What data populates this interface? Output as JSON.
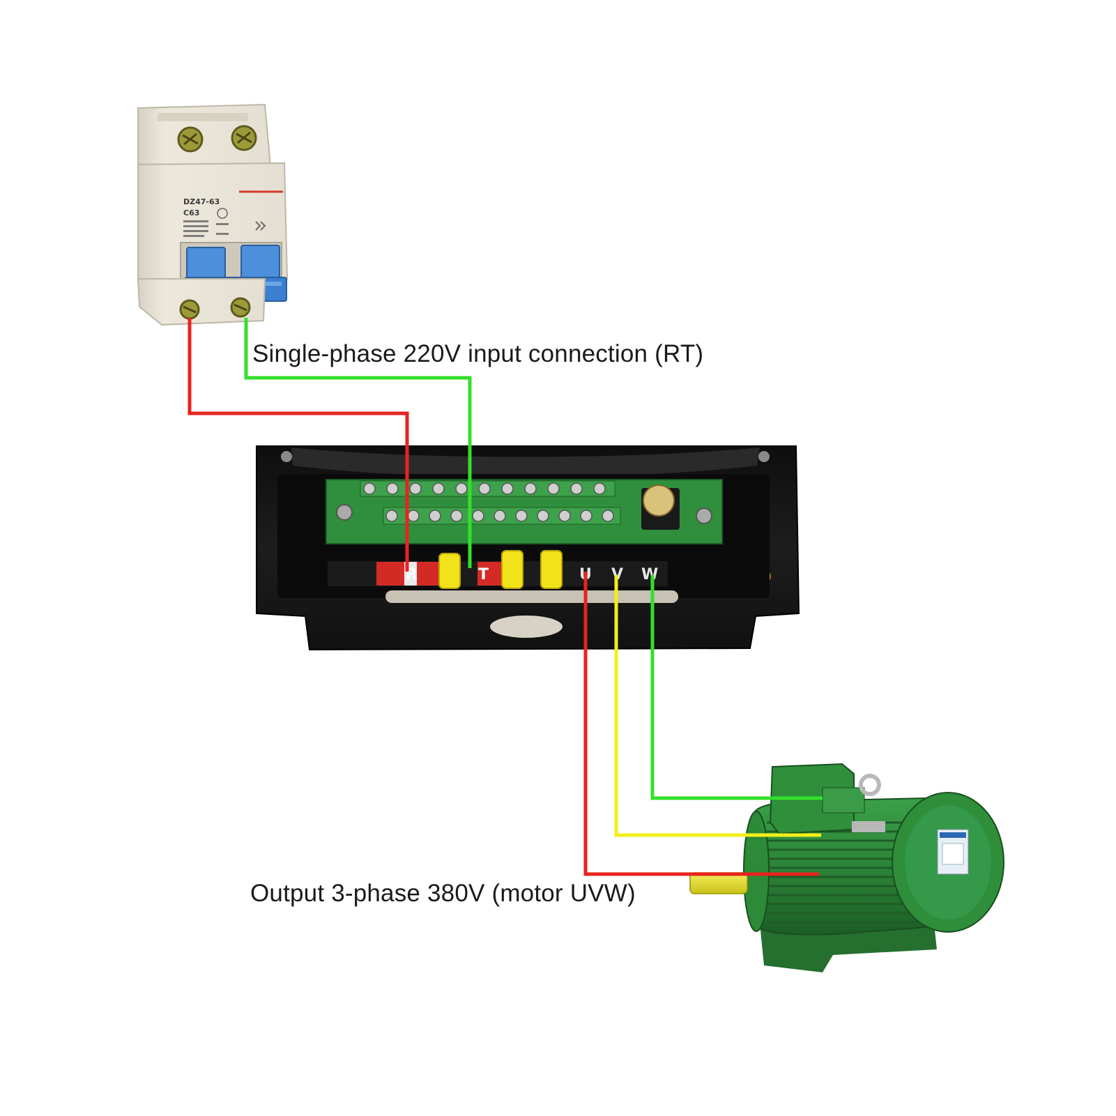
{
  "labels": {
    "input_caption": "Single-phase 220V input connection (RT)",
    "output_caption": "Output 3-phase 380V (motor UVW)"
  },
  "breaker": {
    "model": "DZ47-63",
    "rating": "C63"
  },
  "drive": {
    "terminals": [
      "R",
      "T",
      "U",
      "V",
      "W"
    ]
  },
  "wires": {
    "input": [
      {
        "from": "breaker-left",
        "to": "R",
        "color": "#e8231f"
      },
      {
        "from": "breaker-right",
        "to": "T",
        "color": "#33e02a"
      }
    ],
    "output": [
      {
        "from": "U",
        "to": "motor",
        "color": "#e8231f"
      },
      {
        "from": "V",
        "to": "motor",
        "color": "#f2ef1a"
      },
      {
        "from": "W",
        "to": "motor",
        "color": "#33e02a"
      }
    ]
  },
  "colors": {
    "red_wire": "#e8231f",
    "green_wire": "#33e02a",
    "yellow_wire": "#f2ef1a",
    "motor": "#2e8a3a",
    "breaker_body": "#e9e4d8",
    "breaker_handle": "#3b7fd0",
    "drive_case": "#161616",
    "pcb": "#2f8f3d"
  }
}
